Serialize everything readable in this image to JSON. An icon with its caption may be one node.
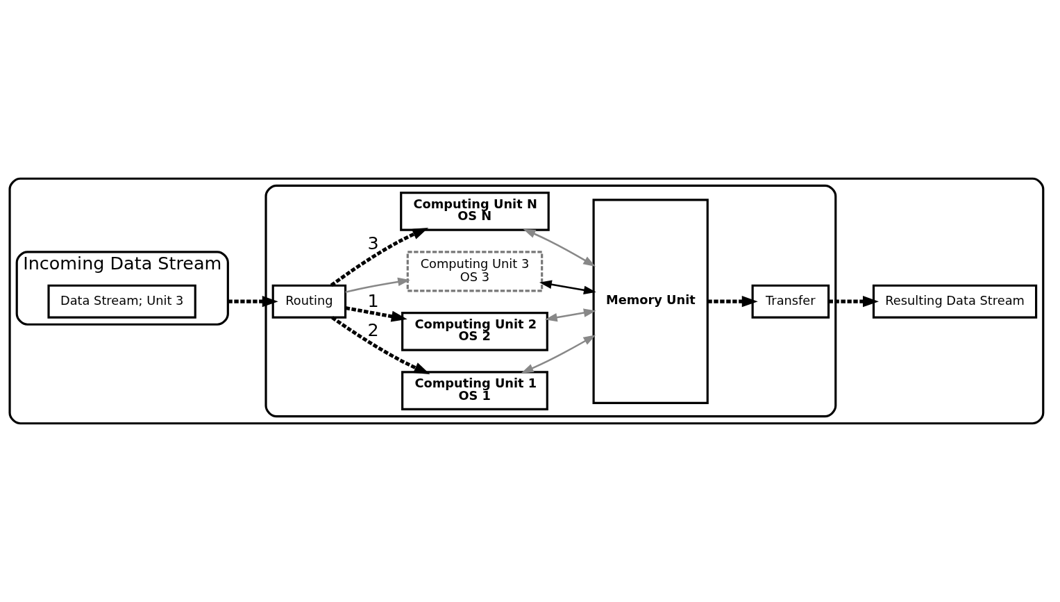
{
  "diagram": {
    "nodes": [
      {
        "text": [],
        "shape": "box"
      },
      {
        "text": [
          "Incoming Data Stream"
        ],
        "in": 0
      },
      {
        "text": [
          "Data Stream; Unit 3"
        ],
        "in": 1
      },
      {
        "text": [],
        "shape": "box",
        "in": 0
      },
      {
        "text": [
          "Routing"
        ],
        "in": 3
      },
      {
        "text": [
          "Computing Unit 1",
          "OS 1"
        ],
        "in": 3
      },
      {
        "text": [
          "Computing Unit 2",
          "OS 2"
        ],
        "in": 3
      },
      {
        "text": [
          "Computing Unit 3",
          "OS 3"
        ],
        "in": 3
      },
      {
        "text": [
          "Computing Unit N",
          "OS N"
        ],
        "in": 3
      },
      {
        "text": [
          "Memory Unit"
        ],
        "in": 3
      },
      {
        "text": [
          "Transfer"
        ],
        "in": 3
      },
      {
        "text": [
          "Resulting Data Stream"
        ],
        "in": 0
      }
    ],
    "edges": [
      {
        "from": 1,
        "to": 4,
        "arrow": "to",
        "style": "dashed"
      },
      {
        "from": 4,
        "to": 5,
        "arrow": "to",
        "style": "dashed",
        "label": "2"
      },
      {
        "from": 4,
        "to": 6,
        "arrow": "to",
        "style": "dashed",
        "label": "1"
      },
      {
        "from": 4,
        "to": 7,
        "arrow": "to",
        "color": "#888888"
      },
      {
        "from": 4,
        "to": 8,
        "arrow": "to",
        "style": "dashed",
        "label": "3"
      },
      {
        "from": 5,
        "to": 9,
        "arrow": "both",
        "color": "#888888"
      },
      {
        "from": 6,
        "to": 9,
        "arrow": "both",
        "color": "#888888"
      },
      {
        "from": 7,
        "to": 9,
        "arrow": "both"
      },
      {
        "from": 8,
        "to": 9,
        "arrow": "both",
        "color": "#888888"
      },
      {
        "from": 9,
        "to": 10,
        "arrow": "to",
        "style": "dashed"
      },
      {
        "from": 10,
        "to": 11,
        "arrow": "to",
        "style": "dashed"
      }
    ]
  }
}
